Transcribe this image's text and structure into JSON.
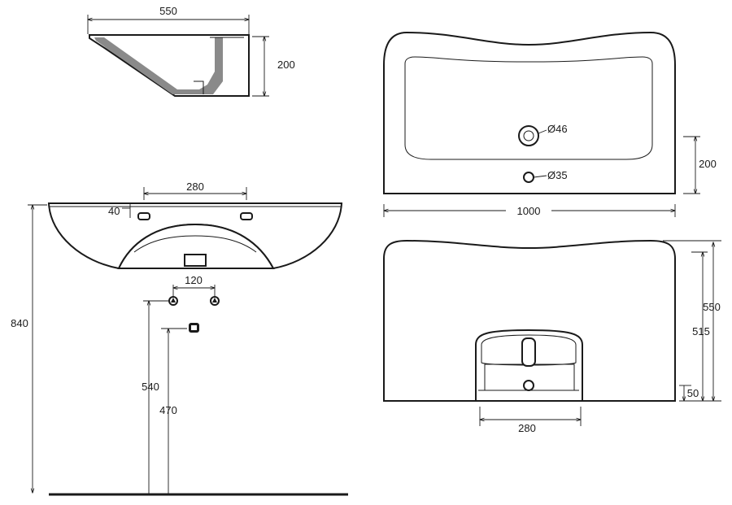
{
  "dimensions": {
    "side_width": "550",
    "side_height": "200",
    "tap_spacing_front": "280",
    "tap_height": "40",
    "overall_height": "840",
    "valve_spacing": "120",
    "height_540": "540",
    "height_470": "470",
    "waste_hole": "Ø46",
    "overflow_hole": "Ø35",
    "plan_depth": "200",
    "plan_width": "1000",
    "rear_height_550": "550",
    "rear_height_515": "515",
    "rear_height_50": "50",
    "rear_width_280": "280"
  }
}
